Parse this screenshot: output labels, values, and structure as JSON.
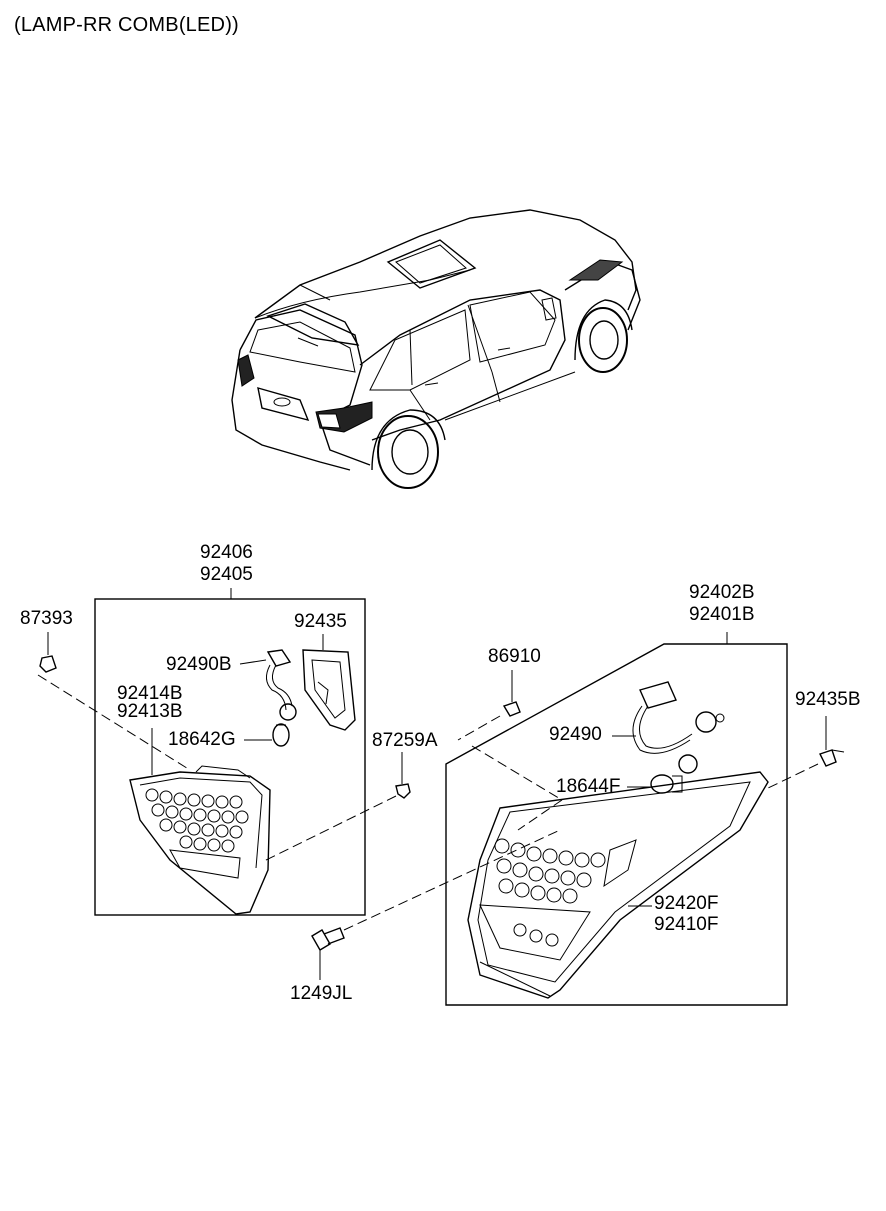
{
  "title": "(LAMP-RR COMB(LED))",
  "parts": {
    "p92406": "92406",
    "p92405": "92405",
    "p87393": "87393",
    "p92435": "92435",
    "p92490B": "92490B",
    "p92414B": "92414B",
    "p92413B": "92413B",
    "p18642G": "18642G",
    "p87259A": "87259A",
    "p86910": "86910",
    "p92402B": "92402B",
    "p92401B": "92401B",
    "p92435B": "92435B",
    "p92490": "92490",
    "p18644F": "18644F",
    "p92420F": "92420F",
    "p92410F": "92410F",
    "p1249JL": "1249JL"
  }
}
